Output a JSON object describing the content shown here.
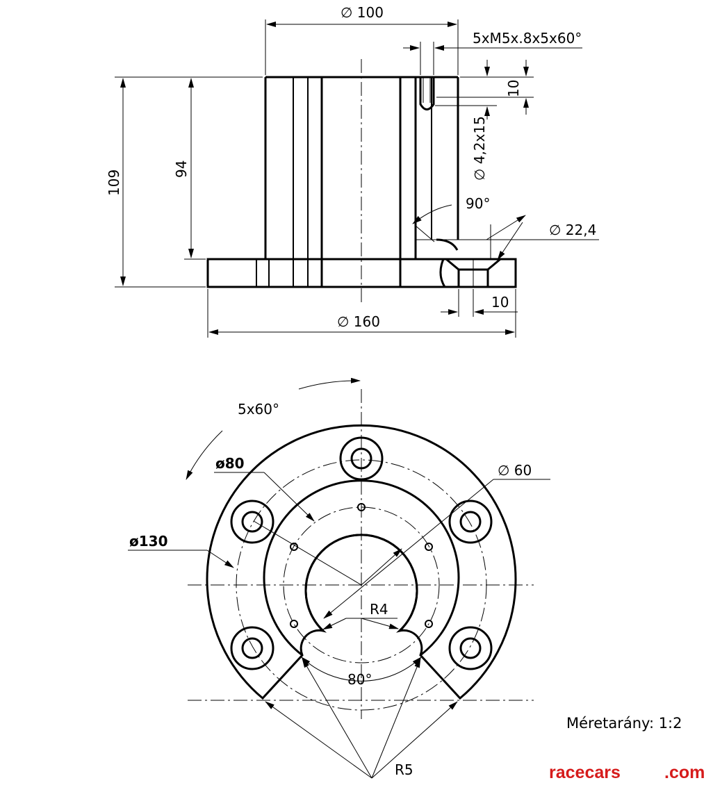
{
  "front_view": {
    "dia_top": "∅ 100",
    "thread_note": "5xM5x.8x5x60°",
    "depth_10_top": "10",
    "drill_note": "∅ 4,2x15",
    "angle_90": "90°",
    "dia_22": "∅ 22,4",
    "height_109": "109",
    "height_94": "94",
    "depth_10_bottom": "10",
    "dia_160": "∅ 160"
  },
  "top_view": {
    "pattern": "5x60°",
    "dia_80": "ø80",
    "dia_60": "∅ 60",
    "dia_130": "ø130",
    "r4": "R4",
    "angle_80": "80°",
    "r5": "R5"
  },
  "scale_note": "Méretarány: 1:2",
  "watermark": {
    "left": "racecars",
    "right": ".com",
    "color": "#d61b1b"
  }
}
